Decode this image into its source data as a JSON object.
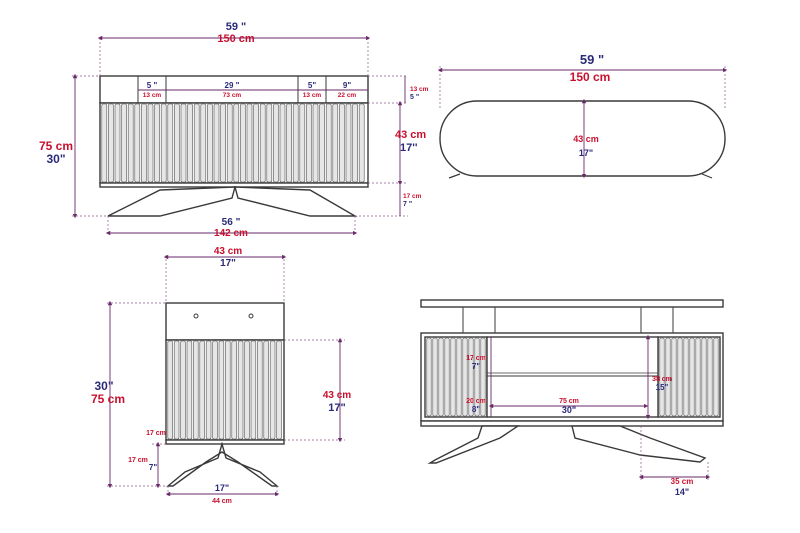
{
  "front": {
    "width_in": "59 \"",
    "width_cm": "150 cm",
    "height_cm": "75 cm",
    "height_in": "30\"",
    "depth_cm": "43 cm",
    "depth_in": "17''",
    "drawer_a_in": "5 \"",
    "drawer_a_cm": "13 cm",
    "drawer_b_in": "29 \"",
    "drawer_b_cm": "73 cm",
    "drawer_c_in": "5\"",
    "drawer_c_cm": "13 cm",
    "drawer_d_in": "9\"",
    "drawer_d_cm": "22 cm",
    "top_h_cm": "13 cm",
    "top_h_in": "5 \"",
    "leg_h_cm": "17 cm",
    "leg_h_in": "7 \"",
    "base_in": "56 \"",
    "base_cm": "142 cm"
  },
  "top": {
    "width_in": "59 \"",
    "width_cm": "150 cm",
    "depth_cm": "43 cm",
    "depth_in": "17\""
  },
  "side": {
    "top_cm": "43 cm",
    "top_in": "17\"",
    "height_in": "30\"",
    "height_cm": "75 cm",
    "body_cm": "43 cm",
    "body_in": "17\"",
    "leg_cm": "17 cm",
    "leg_in": "7\"",
    "base_in": "17\"",
    "base_cm": "44 cm"
  },
  "back": {
    "shelf_a_cm": "17 cm",
    "shelf_a_in": "7\"",
    "shelf_b_cm": "20 cm",
    "shelf_b_in": "8\"",
    "inner_w_cm": "75 cm",
    "inner_w_in": "30\"",
    "inner_h_cm": "38 cm",
    "inner_h_in": "15\"",
    "leg_cm": "35 cm",
    "leg_in": "14\""
  }
}
